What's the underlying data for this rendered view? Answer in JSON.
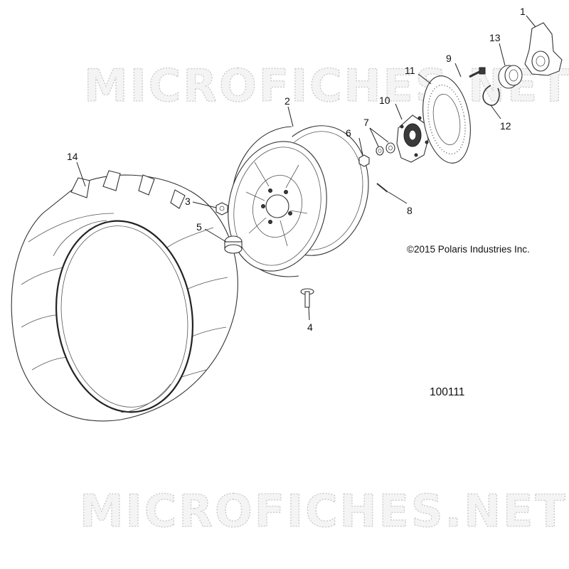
{
  "diagram": {
    "watermark_top": "MICROFICHES.NET",
    "watermark_bottom": "MICROFICHES.NET",
    "copyright": "©2015 Polaris Industries Inc.",
    "figure_number": "100111",
    "callouts": {
      "c1": "1",
      "c2": "2",
      "c3": "3",
      "c4": "4",
      "c5": "5",
      "c6": "6",
      "c7": "7",
      "c8": "8",
      "c9": "9",
      "c10": "10",
      "c11": "11",
      "c12": "12",
      "c13": "13",
      "c14": "14"
    }
  }
}
